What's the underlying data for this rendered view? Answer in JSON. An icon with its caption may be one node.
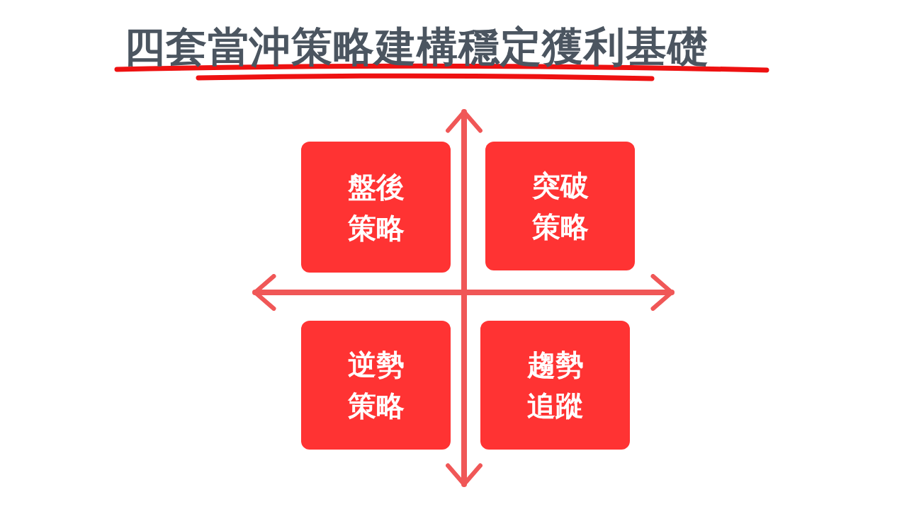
{
  "diagram": {
    "title": "四套當沖策略建構穩定獲利基礎",
    "nodes": [
      {
        "text": [
          "盤後策略"
        ]
      },
      {
        "text": [
          "突破策略"
        ]
      },
      {
        "text": [
          "逆勢策略"
        ]
      },
      {
        "text": [
          "趨勢追蹤"
        ]
      }
    ]
  }
}
